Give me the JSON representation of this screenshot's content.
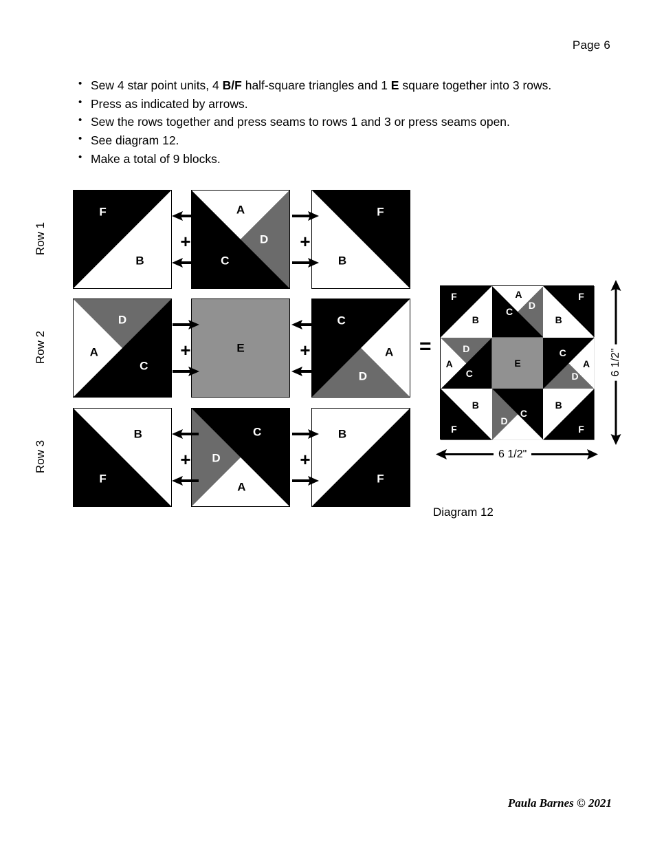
{
  "page": {
    "header": "Page 6",
    "footer": "Paula Barnes © 2021"
  },
  "instructions": {
    "items": [
      {
        "parts": [
          {
            "text": "Sew 4 star point units, 4 ",
            "bold": false
          },
          {
            "text": "B/F",
            "bold": true
          },
          {
            "text": " half-square triangles and 1 ",
            "bold": false
          },
          {
            "text": "E",
            "bold": true
          },
          {
            "text": " square together into 3 rows.",
            "bold": false
          }
        ]
      },
      {
        "parts": [
          {
            "text": "Press as indicated by arrows.",
            "bold": false
          }
        ]
      },
      {
        "parts": [
          {
            "text": "Sew the rows together and press seams to rows 1 and 3 or press seams open.",
            "bold": false
          }
        ]
      },
      {
        "parts": [
          {
            "text": "See diagram 12.",
            "bold": false
          }
        ]
      },
      {
        "parts": [
          {
            "text": "Make a total of 9 blocks.",
            "bold": false
          }
        ]
      }
    ]
  },
  "colors": {
    "background": "#ffffff",
    "fabric_A_white": "#ffffff",
    "fabric_B_white": "#ffffff",
    "fabric_C_black": "#000000",
    "fabric_D_gray": "#6b6b6b",
    "fabric_E_gray": "#919191",
    "fabric_F_black": "#000000",
    "outline": "#000000"
  },
  "rows": [
    {
      "label": "Row 1",
      "units": [
        {
          "name": "half-square-triangle-FB",
          "labels": [
            "F",
            "B"
          ]
        },
        {
          "name": "star-point-unit-ADC",
          "labels": [
            "A",
            "D",
            "C"
          ]
        },
        {
          "name": "half-square-triangle-FB",
          "labels": [
            "F",
            "B"
          ]
        }
      ],
      "connectors": [
        {
          "plus": "+",
          "arrow_direction": "left"
        },
        {
          "plus": "+",
          "arrow_direction": "right"
        }
      ]
    },
    {
      "label": "Row 2",
      "units": [
        {
          "name": "star-point-unit-DAC",
          "labels": [
            "D",
            "A",
            "C"
          ]
        },
        {
          "name": "center-square-E",
          "labels": [
            "E"
          ]
        },
        {
          "name": "star-point-unit-CAD",
          "labels": [
            "C",
            "A",
            "D"
          ]
        }
      ],
      "connectors": [
        {
          "plus": "+",
          "arrow_direction": "right"
        },
        {
          "plus": "+",
          "arrow_direction": "left"
        }
      ]
    },
    {
      "label": "Row 3",
      "units": [
        {
          "name": "half-square-triangle-BF",
          "labels": [
            "B",
            "F"
          ]
        },
        {
          "name": "star-point-unit-DCA",
          "labels": [
            "D",
            "C",
            "A"
          ]
        },
        {
          "name": "half-square-triangle-BF",
          "labels": [
            "B",
            "F"
          ]
        }
      ],
      "connectors": [
        {
          "plus": "+",
          "arrow_direction": "left"
        },
        {
          "plus": "+",
          "arrow_direction": "right"
        }
      ]
    }
  ],
  "equals_sign": "=",
  "final_block": {
    "caption": "Diagram 12",
    "width_label": "6 1/2\"",
    "height_label": "6 1/2\"",
    "cells": [
      {
        "position": "top-left",
        "labels": [
          "F",
          "B"
        ]
      },
      {
        "position": "top-center",
        "labels": [
          "A",
          "D",
          "C"
        ]
      },
      {
        "position": "top-right",
        "labels": [
          "F",
          "B"
        ]
      },
      {
        "position": "middle-left",
        "labels": [
          "D",
          "A",
          "C"
        ]
      },
      {
        "position": "middle-center",
        "labels": [
          "E"
        ]
      },
      {
        "position": "middle-right",
        "labels": [
          "C",
          "A",
          "D"
        ]
      },
      {
        "position": "bottom-left",
        "labels": [
          "B",
          "F"
        ]
      },
      {
        "position": "bottom-center",
        "labels": [
          "D",
          "C"
        ]
      },
      {
        "position": "bottom-right",
        "labels": [
          "B",
          "F"
        ]
      }
    ]
  }
}
